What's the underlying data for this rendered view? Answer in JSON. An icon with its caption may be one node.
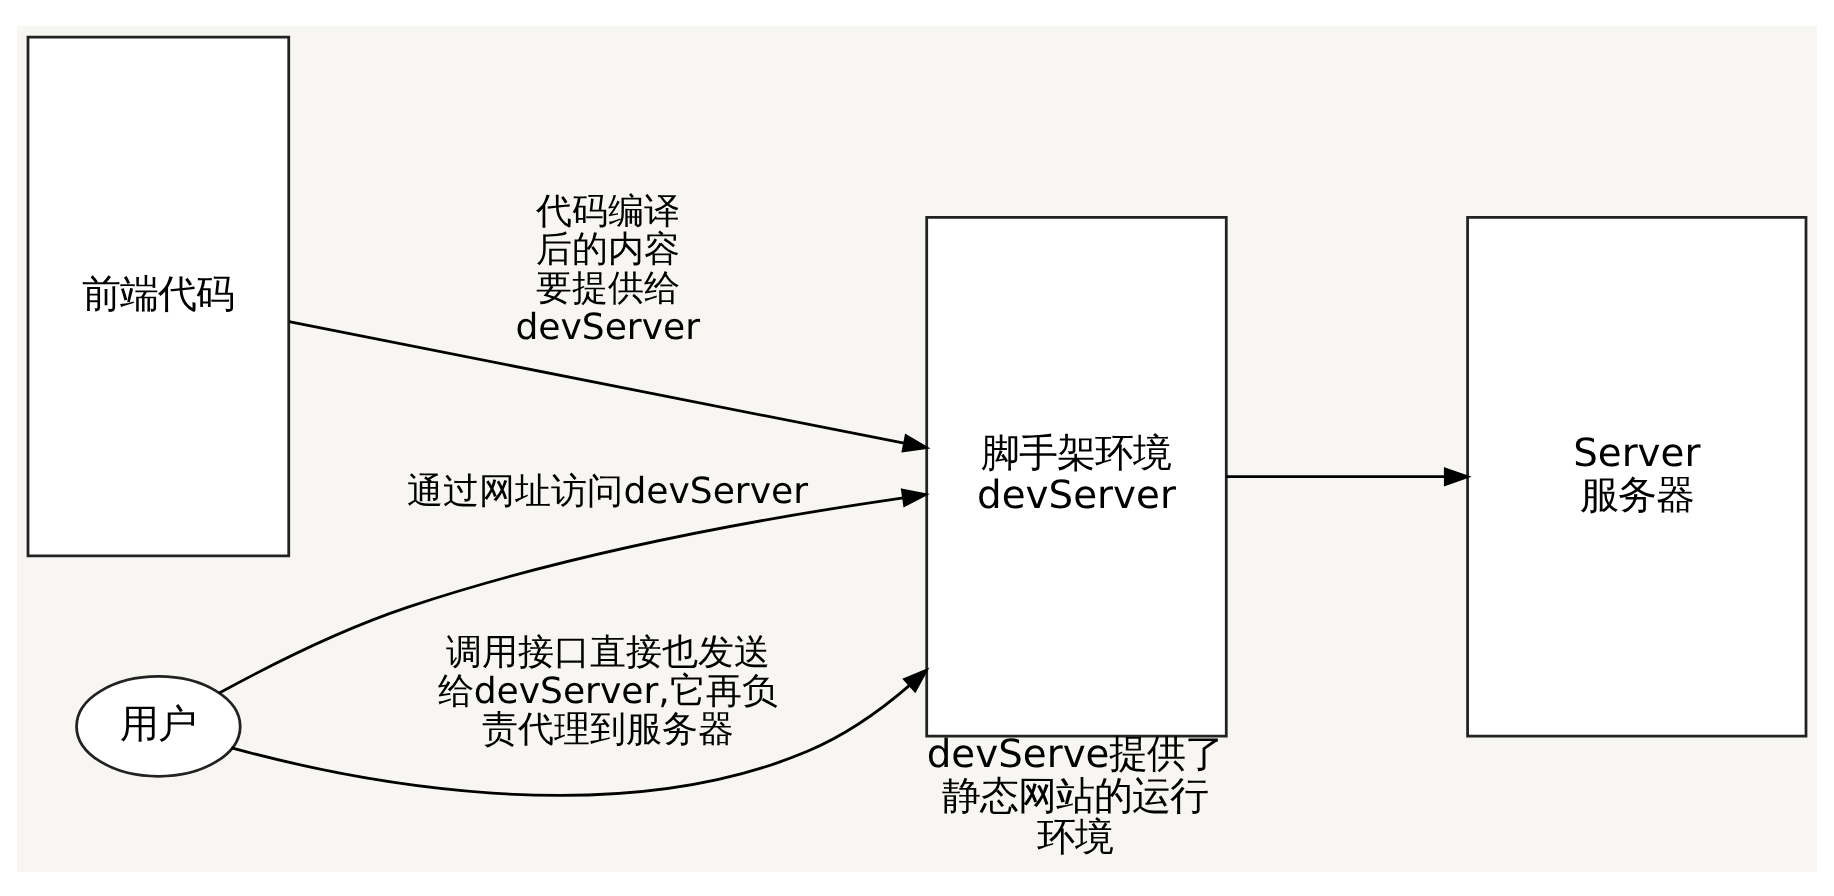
{
  "diagram": {
    "nodes": [
      {
        "text": [
          "前端代码"
        ]
      },
      {
        "text": [
          "脚手架环境",
          "devServer"
        ],
        "beside": [
          "devServe提供了静态网站的运行环境"
        ]
      },
      {
        "text": [
          "Server",
          "服务器"
        ]
      },
      {
        "text": [
          "用户"
        ]
      }
    ],
    "edges": [
      {
        "from": 0,
        "to": 1,
        "arrow": "to",
        "label": "代码编译后的内容要提供给devServer"
      },
      {
        "from": 1,
        "to": 2,
        "arrow": "to"
      },
      {
        "from": 3,
        "to": 1,
        "arrow": "to",
        "label": "通过网址访问devServer"
      },
      {
        "from": 3,
        "to": 1,
        "arrow": "to",
        "label": "调用接口直接也发送给devServer,它再负责代理到服务器"
      }
    ]
  }
}
